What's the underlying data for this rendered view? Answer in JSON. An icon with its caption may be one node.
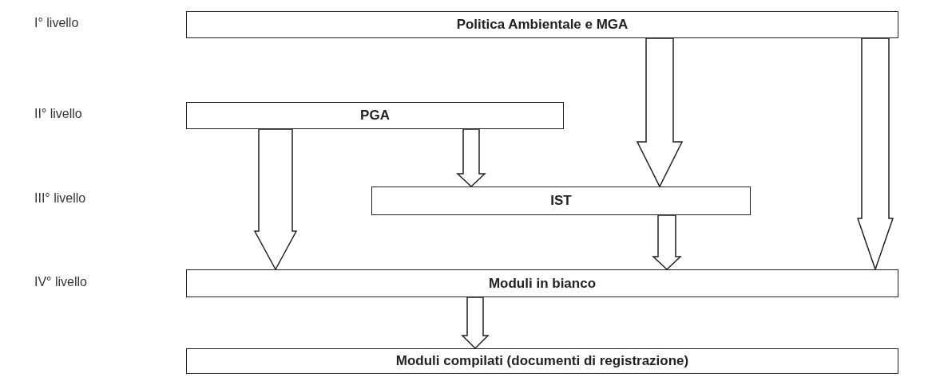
{
  "diagram": {
    "nodes": [
      {
        "text": [
          "Politica Ambientale e MGA"
        ]
      },
      {
        "text": [
          "PGA"
        ]
      },
      {
        "text": [
          "IST"
        ]
      },
      {
        "text": [
          "Moduli in bianco"
        ]
      },
      {
        "text": [
          "Moduli compilati (documenti di registrazione)"
        ]
      }
    ],
    "edges": [
      {
        "from": 0,
        "to": 2,
        "arrow": "to"
      },
      {
        "from": 0,
        "to": 3,
        "arrow": "to"
      },
      {
        "from": 1,
        "to": 2,
        "arrow": "to"
      },
      {
        "from": 1,
        "to": 3,
        "arrow": "to"
      },
      {
        "from": 2,
        "to": 3,
        "arrow": "to"
      },
      {
        "from": 3,
        "to": 4,
        "arrow": "to"
      }
    ],
    "labels": [
      "I° livello",
      "II° livello",
      "III° livello",
      "IV° livello"
    ]
  }
}
